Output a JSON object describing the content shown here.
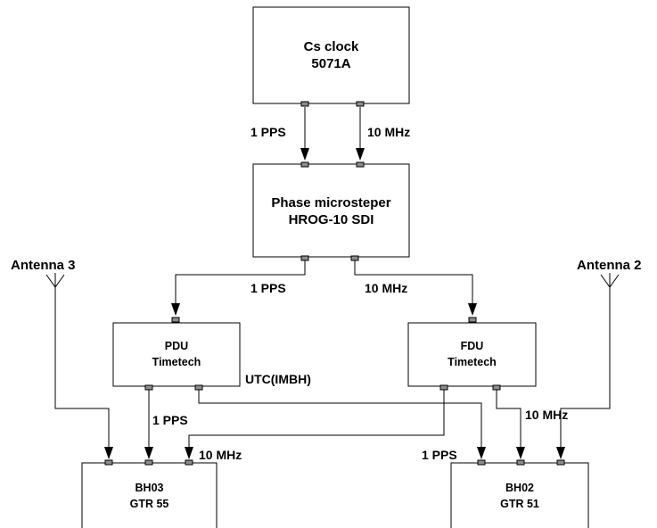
{
  "blocks": {
    "cs_clock": {
      "line1": "Cs clock",
      "line2": "5071A"
    },
    "microstepper": {
      "line1": "Phase microsteper",
      "line2": "HROG-10 SDI"
    },
    "pdu": {
      "line1": "PDU",
      "line2": "Timetech"
    },
    "fdu": {
      "line1": "FDU",
      "line2": "Timetech"
    },
    "bh03": {
      "line1": "BH03",
      "line2": "GTR 55"
    },
    "bh02": {
      "line1": "BH02",
      "line2": "GTR 51"
    }
  },
  "antennas": {
    "antenna3": "Antenna 3",
    "antenna2": "Antenna 2"
  },
  "signals": {
    "clock_pps": "1 PPS",
    "clock_10mhz": "10 MHz",
    "step_pps": "1 PPS",
    "step_10mhz": "10 MHz",
    "utc_label": "UTC(IMBH)",
    "pdu_pps": "1 PPS",
    "bh03_10mhz": "10 MHz",
    "bh02_pps": "1 PPS",
    "fdu_10mhz": "10 MHz"
  }
}
